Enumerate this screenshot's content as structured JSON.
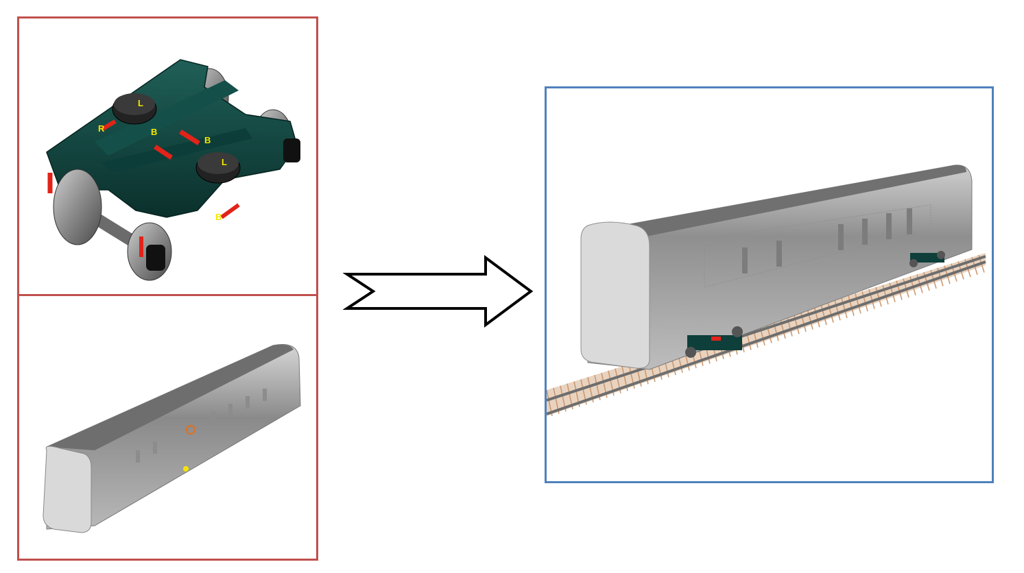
{
  "colors": {
    "component_border": "#c0504d",
    "assembly_border": "#4f81bd",
    "bogie_frame": "#0e3f3a",
    "bogie_frame_light": "#1f5f57",
    "damper": "#e2231a",
    "marker": "#f2e600",
    "body_grey": "#a9a9a9",
    "track_sleeper": "#c9946a",
    "arrow_stroke": "#000000"
  },
  "bogie": {
    "markers": {
      "L1": "L",
      "L2": "L",
      "B1": "B",
      "B2": "B",
      "B3": "B",
      "R1": "R"
    }
  },
  "icons": {
    "arrow": "right-arrow-icon"
  }
}
